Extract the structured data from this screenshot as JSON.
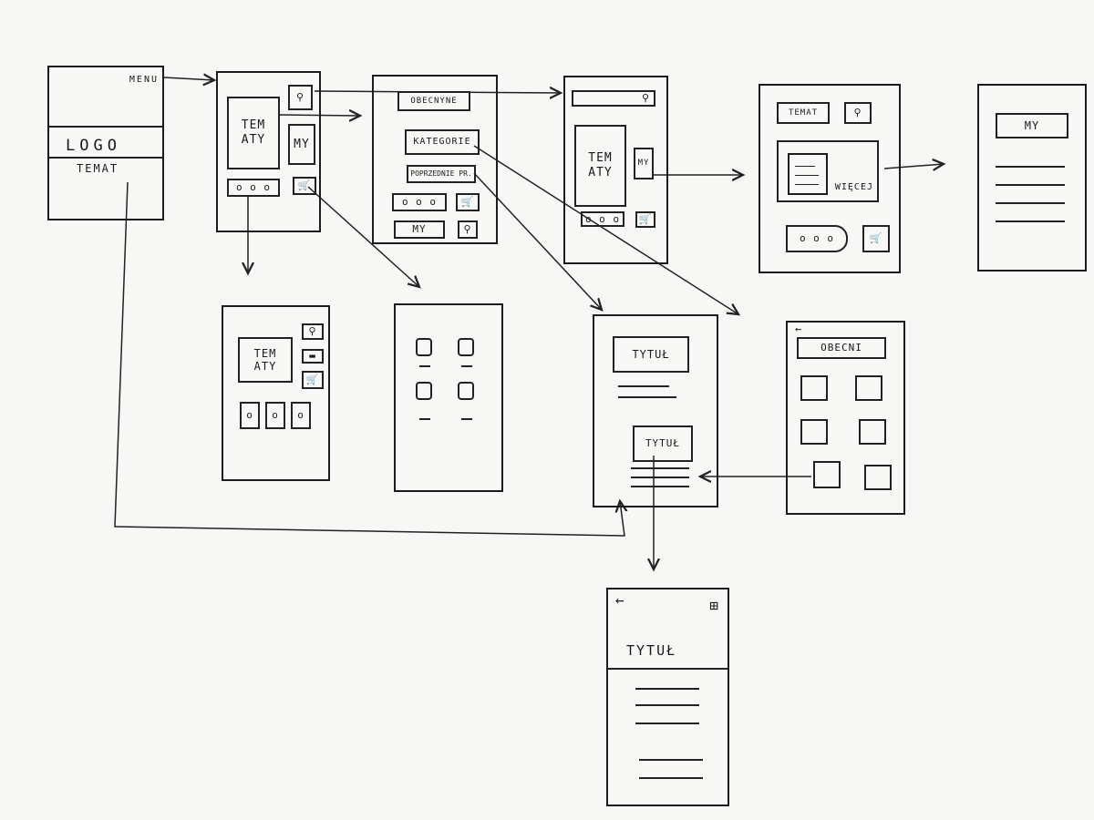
{
  "screen_home": {
    "menu": "MENU",
    "logo": "LOGO",
    "topic": "TEMAT"
  },
  "screen_topics": {
    "topics": "TEM ATY",
    "search_icon": "search-icon",
    "us": "MY",
    "dots": "o o o",
    "cart_icon": "cart-icon"
  },
  "screen_menu": {
    "current": "OBECNYNE",
    "categories": "KATEGORIE",
    "previous": "POPRZEDNIE PR.",
    "dots": "o o o",
    "us": "MY",
    "search_icon": "search-icon"
  },
  "screen_search": {
    "topics": "TEM ATY",
    "us": "MY",
    "dots": "o o o"
  },
  "screen_topic": {
    "topic": "TEMAT",
    "more": "WIĘCEJ",
    "dots": "o o o"
  },
  "screen_us": {
    "us": "MY"
  },
  "screen_variant": {
    "topics": "TEM ATY"
  },
  "screen_list": {
    "title1": "TYTUŁ",
    "title2": "TYTUŁ"
  },
  "screen_current": {
    "current": "OBECNI"
  },
  "screen_article": {
    "title": "TYTUŁ"
  }
}
